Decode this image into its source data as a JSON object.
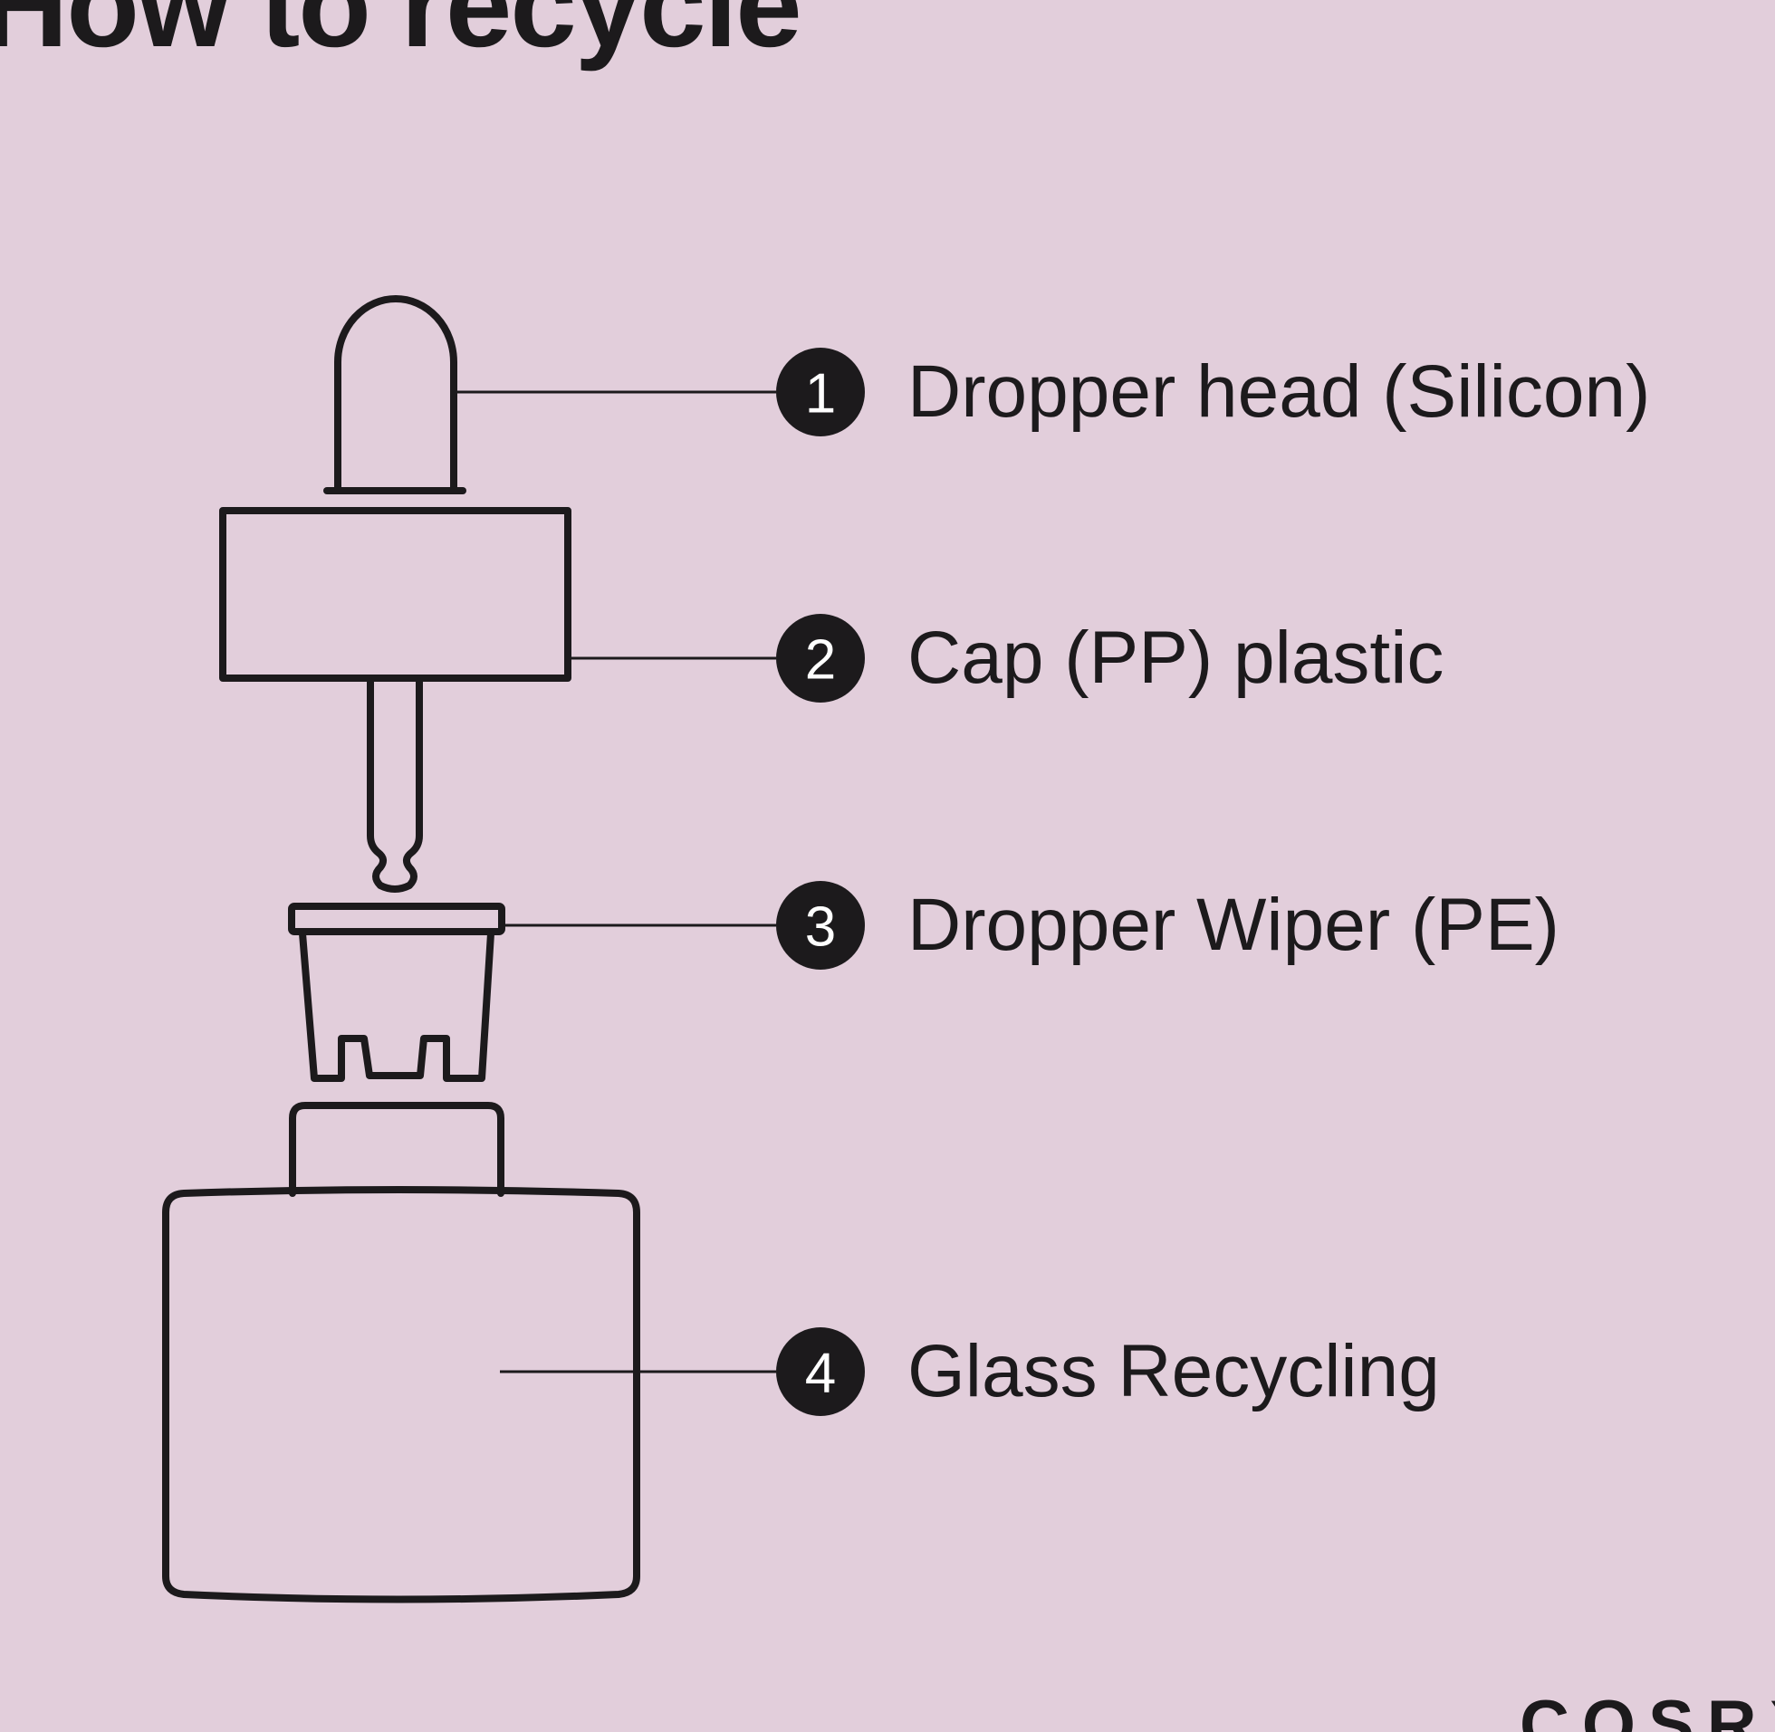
{
  "title": "How to recycle",
  "brand": "COSRX",
  "colors": {
    "background": "#e2cedb",
    "ink": "#1c1a1c",
    "badge_text": "#ffffff"
  },
  "parts": [
    {
      "number": "1",
      "label": "Dropper head (Silicon)"
    },
    {
      "number": "2",
      "label": "Cap (PP) plastic"
    },
    {
      "number": "3",
      "label": "Dropper Wiper (PE)"
    },
    {
      "number": "4",
      "label": "Glass Recycling"
    }
  ]
}
